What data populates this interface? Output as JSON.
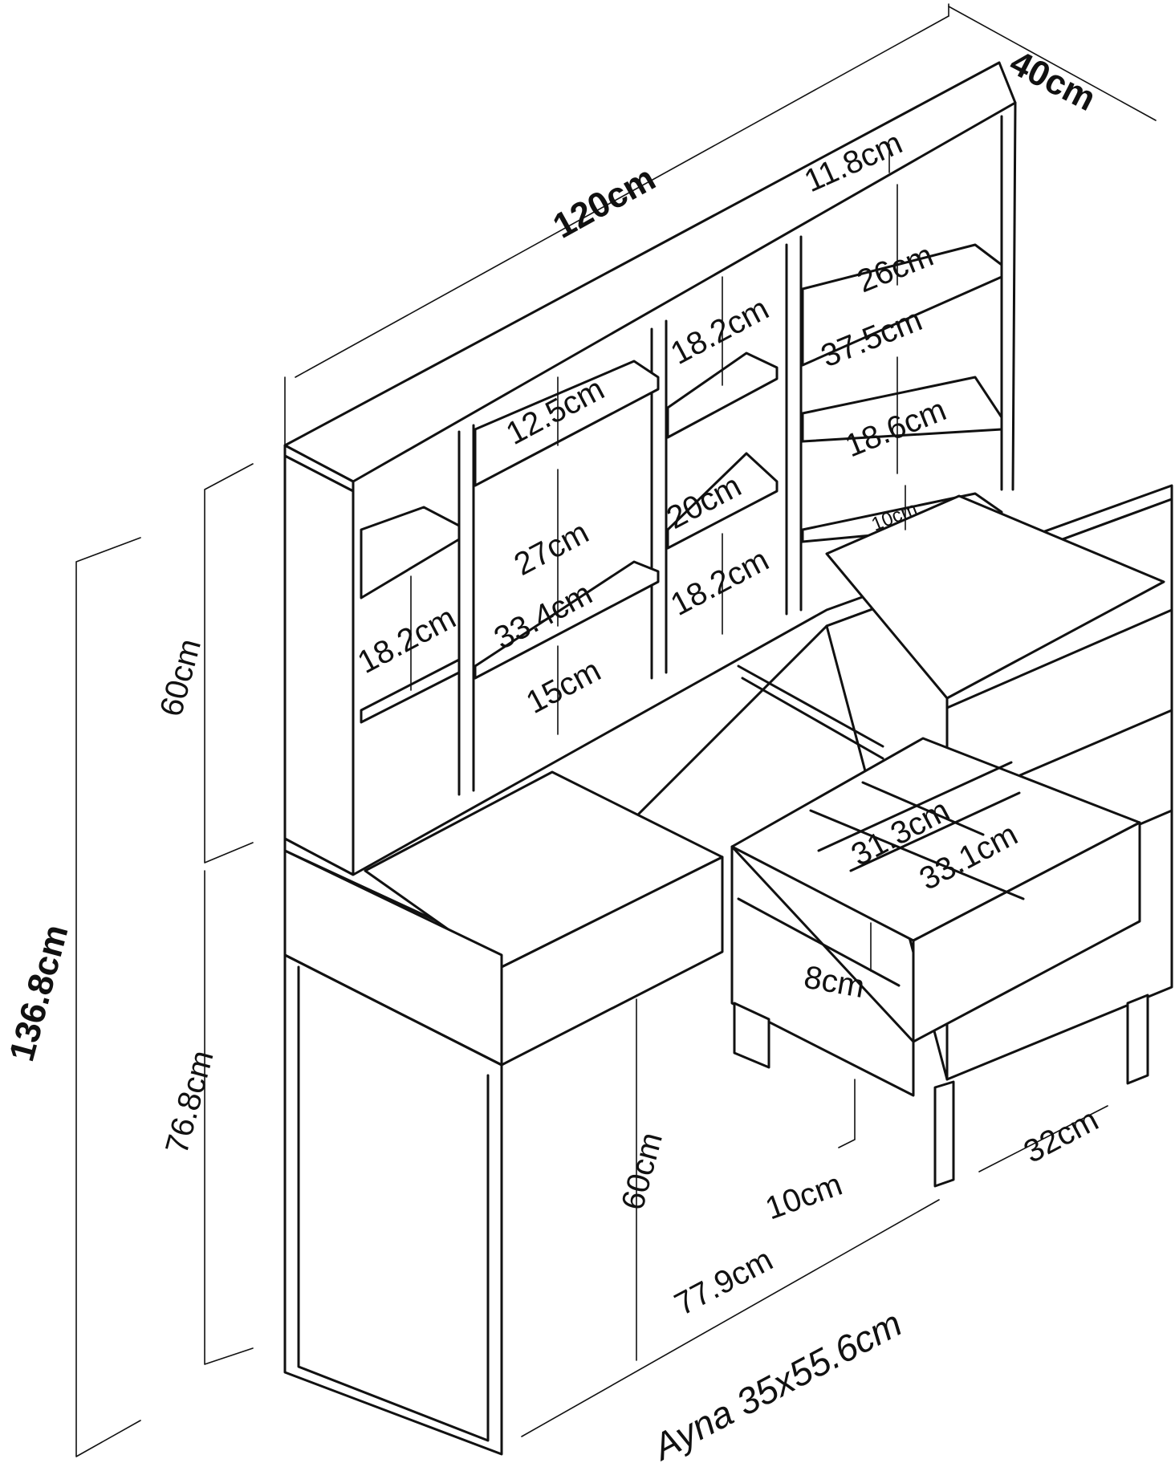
{
  "drawing": {
    "kind": "furniture dimension drawing",
    "line_color": "#111111",
    "background": "#ffffff"
  },
  "dimensions": {
    "width": "120cm",
    "depth": "40cm",
    "total_height": "136.8cm",
    "hutch_height": "60cm",
    "desk_height": "76.8cm",
    "hutch_top_gap": "11.8cm",
    "right_shelf_upper": "26cm",
    "right_shelf_width": "37.5cm",
    "right_shelf_mid": "18.6cm",
    "right_shelf_bottom": "10cm",
    "center_shelf_upper": "18.2cm",
    "center_shelf_width": "20cm",
    "center_shelf_lower": "18.2cm",
    "left_top_gap": "12.5cm",
    "left_mid_gap": "27cm",
    "left_shelf_width": "33.4cm",
    "left_bottom_gap": "15cm",
    "far_left_gap": "18.2cm",
    "drawer_inner_width": "31.3cm",
    "drawer_inner_depth": "33.1cm",
    "drawer_height": "8cm",
    "knee_height": "60cm",
    "leg_height": "10cm",
    "leg_depth": "32cm",
    "knee_width": "77.9cm",
    "mirror": "Ayna 35x55.6cm"
  }
}
